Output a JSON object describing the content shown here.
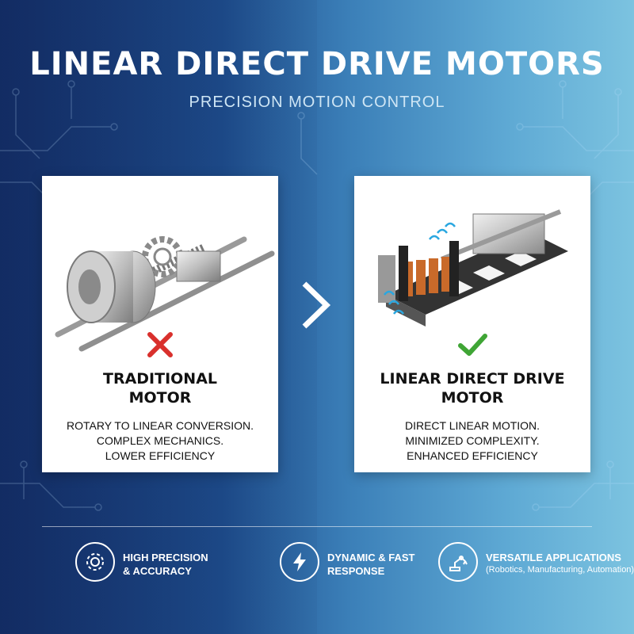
{
  "header": {
    "title": "LINEAR DIRECT DRIVE MOTORS",
    "subtitle": "PRECISION MOTION CONTROL"
  },
  "cards": [
    {
      "title_line1": "TRADITIONAL",
      "title_line2": "MOTOR",
      "desc_line1": "ROTARY TO LINEAR CONVERSION.",
      "desc_line2": "COMPLEX MECHANICS.",
      "desc_line3": "LOWER EFFICIENCY",
      "mark_icon": "x-mark-icon",
      "mark_color": "#d9302c"
    },
    {
      "title_line1": "LINEAR DIRECT DRIVE",
      "title_line2": "MOTOR",
      "desc_line1": "DIRECT LINEAR MOTION.",
      "desc_line2": "MINIMIZED COMPLEXITY.",
      "desc_line3": "ENHANCED EFFICIENCY",
      "mark_icon": "check-mark-icon",
      "mark_color": "#3fa535"
    }
  ],
  "features": [
    {
      "icon": "gear-icon",
      "line1": "HIGH PRECISION",
      "line2": "& ACCURACY"
    },
    {
      "icon": "lightning-icon",
      "line1": "DYNAMIC & FAST",
      "line2": "RESPONSE"
    },
    {
      "icon": "robot-arm-icon",
      "line1": "VERSATILE APPLICATIONS",
      "line2": "(Robotics, Manufacturing, Automation)"
    }
  ]
}
